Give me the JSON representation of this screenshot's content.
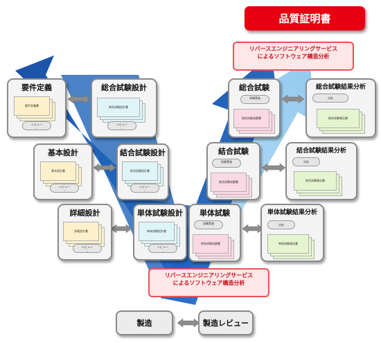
{
  "title": "品質証明書",
  "callout_top": [
    "リバースエンジニアリングサービス",
    "によるソフトウェア構造分析"
  ],
  "callout_bottom": [
    "リバースエンジニアリングサービス",
    "によるソフトウェア構造分析"
  ],
  "left_column": {
    "requirements": {
      "title": "要件定義",
      "doc": "要件定義書",
      "review": "レビュー"
    },
    "basic_design": {
      "title": "基本設計",
      "doc": "基本設計書",
      "review": "レビュー"
    },
    "detail_design": {
      "title": "詳細設計",
      "doc": "詳細設計書",
      "review": "レビュー"
    }
  },
  "test_design": {
    "system": {
      "title": "総合試験設計",
      "doc": "総合試験設計書",
      "review": "レビュー"
    },
    "integration": {
      "title": "結合試験設計",
      "doc": "結合試験設計書",
      "review": "レビュー"
    },
    "unit": {
      "title": "単体試験設計",
      "doc": "単体試験設計書",
      "review": "レビュー"
    }
  },
  "tests": {
    "system": {
      "title": "総合試験",
      "run": "試験実施",
      "doc": "総合試験成績書"
    },
    "integration": {
      "title": "結合試験",
      "run": "試験実施",
      "doc": "結合試験成績書"
    },
    "unit": {
      "title": "単体試験",
      "run": "試験実施",
      "doc": "単体試験成績書"
    }
  },
  "analysis": {
    "system": {
      "title": "総合試験結果分析",
      "action": "分析",
      "doc": "総合試験報告書"
    },
    "integration": {
      "title": "結合試験結果分析",
      "action": "分析",
      "doc": "結合試験報告書"
    },
    "unit": {
      "title": "単体試験結果分析",
      "action": "分析",
      "doc": "単体試験報告書"
    }
  },
  "bottom": {
    "manufacture": "製造",
    "review": "製造レビュー"
  },
  "colors": {
    "red": "#e60012",
    "dark_blue": "#1565c0",
    "light_blue": "#7fc0ec"
  }
}
